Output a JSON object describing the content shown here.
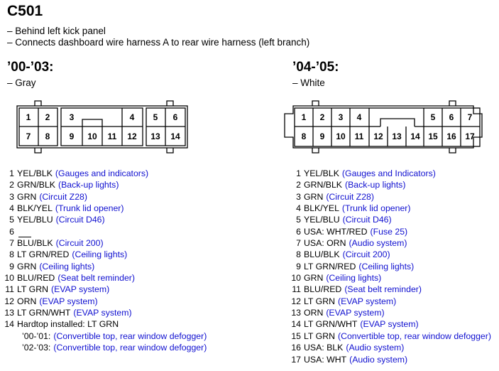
{
  "connector": {
    "title": "C501",
    "location": "– Behind left kick panel",
    "description": "– Connects dashboard wire harness A to rear wire harness (left branch)"
  },
  "left": {
    "title": "’00-’03:",
    "color": "– Gray",
    "cells": [
      "1",
      "2",
      "3",
      "4",
      "5",
      "6",
      "7",
      "8",
      "9",
      "10",
      "11",
      "12",
      "13",
      "14"
    ],
    "pins": [
      {
        "num": "1",
        "wire": "YEL/BLK",
        "desc": "(Gauges and indicators)"
      },
      {
        "num": "2",
        "wire": "GRN/BLK",
        "desc": "(Back-up lights)"
      },
      {
        "num": "3",
        "wire": "GRN",
        "desc": "(Circuit Z28)"
      },
      {
        "num": "4",
        "wire": "BLK/YEL",
        "desc": "(Trunk lid opener)"
      },
      {
        "num": "5",
        "wire": "YEL/BLU",
        "desc": "(Circuit D46)"
      },
      {
        "num": "6",
        "wire": "",
        "desc": ""
      },
      {
        "num": "7",
        "wire": "BLU/BLK",
        "desc": "(Circuit 200)"
      },
      {
        "num": "8",
        "wire": "LT GRN/RED",
        "desc": "(Ceiling lights)"
      },
      {
        "num": "9",
        "wire": "GRN",
        "desc": "(Ceiling lights)"
      },
      {
        "num": "10",
        "wire": "BLU/RED",
        "desc": "(Seat belt reminder)"
      },
      {
        "num": "11",
        "wire": "LT GRN",
        "desc": "(EVAP system)"
      },
      {
        "num": "12",
        "wire": "ORN",
        "desc": "(EVAP system)"
      },
      {
        "num": "13",
        "wire": "LT GRN/WHT",
        "desc": "(EVAP system)"
      },
      {
        "num": "14",
        "wire": "Hardtop installed: LT GRN",
        "desc": ""
      }
    ],
    "pin14_sub": [
      {
        "label": "’00-’01:",
        "desc": "(Convertible top, rear window defogger)"
      },
      {
        "label": "’02-’03:",
        "desc": "(Convertible top, rear window defogger)"
      }
    ]
  },
  "right": {
    "title": "’04-’05:",
    "color": "– White",
    "cells": [
      "1",
      "2",
      "3",
      "4",
      "5",
      "6",
      "7",
      "8",
      "9",
      "10",
      "11",
      "12",
      "13",
      "14",
      "15",
      "16",
      "17"
    ],
    "pins": [
      {
        "num": "1",
        "wire": "YEL/BLK",
        "desc": "(Gauges and Indicators)"
      },
      {
        "num": "2",
        "wire": "GRN/BLK",
        "desc": "(Back-up lights)"
      },
      {
        "num": "3",
        "wire": "GRN",
        "desc": "(Circuit Z28)"
      },
      {
        "num": "4",
        "wire": "BLK/YEL",
        "desc": "(Trunk lid opener)"
      },
      {
        "num": "5",
        "wire": "YEL/BLU",
        "desc": "(Circuit D46)"
      },
      {
        "num": "6",
        "wire": "USA: WHT/RED",
        "desc": "(Fuse 25)"
      },
      {
        "num": "7",
        "wire": "USA: ORN",
        "desc": "(Audio system)"
      },
      {
        "num": "8",
        "wire": "BLU/BLK",
        "desc": "(Circuit 200)"
      },
      {
        "num": "9",
        "wire": "LT GRN/RED",
        "desc": "(Ceiling lights)"
      },
      {
        "num": "10",
        "wire": "GRN",
        "desc": "(Ceiling lights)"
      },
      {
        "num": "11",
        "wire": "BLU/RED",
        "desc": "(Seat belt reminder)"
      },
      {
        "num": "12",
        "wire": "LT GRN",
        "desc": "(EVAP system)"
      },
      {
        "num": "13",
        "wire": "ORN",
        "desc": "(EVAP system)"
      },
      {
        "num": "14",
        "wire": "LT GRN/WHT",
        "desc": "(EVAP system)"
      },
      {
        "num": "15",
        "wire": "LT GRN",
        "desc": "(Convertible top, rear window defogger)"
      },
      {
        "num": "16",
        "wire": "USA: BLK",
        "desc": "(Audio system)"
      },
      {
        "num": "17",
        "wire": "USA: WHT",
        "desc": "(Audio system)"
      }
    ]
  },
  "colors": {
    "description_text": "#1010d0"
  }
}
